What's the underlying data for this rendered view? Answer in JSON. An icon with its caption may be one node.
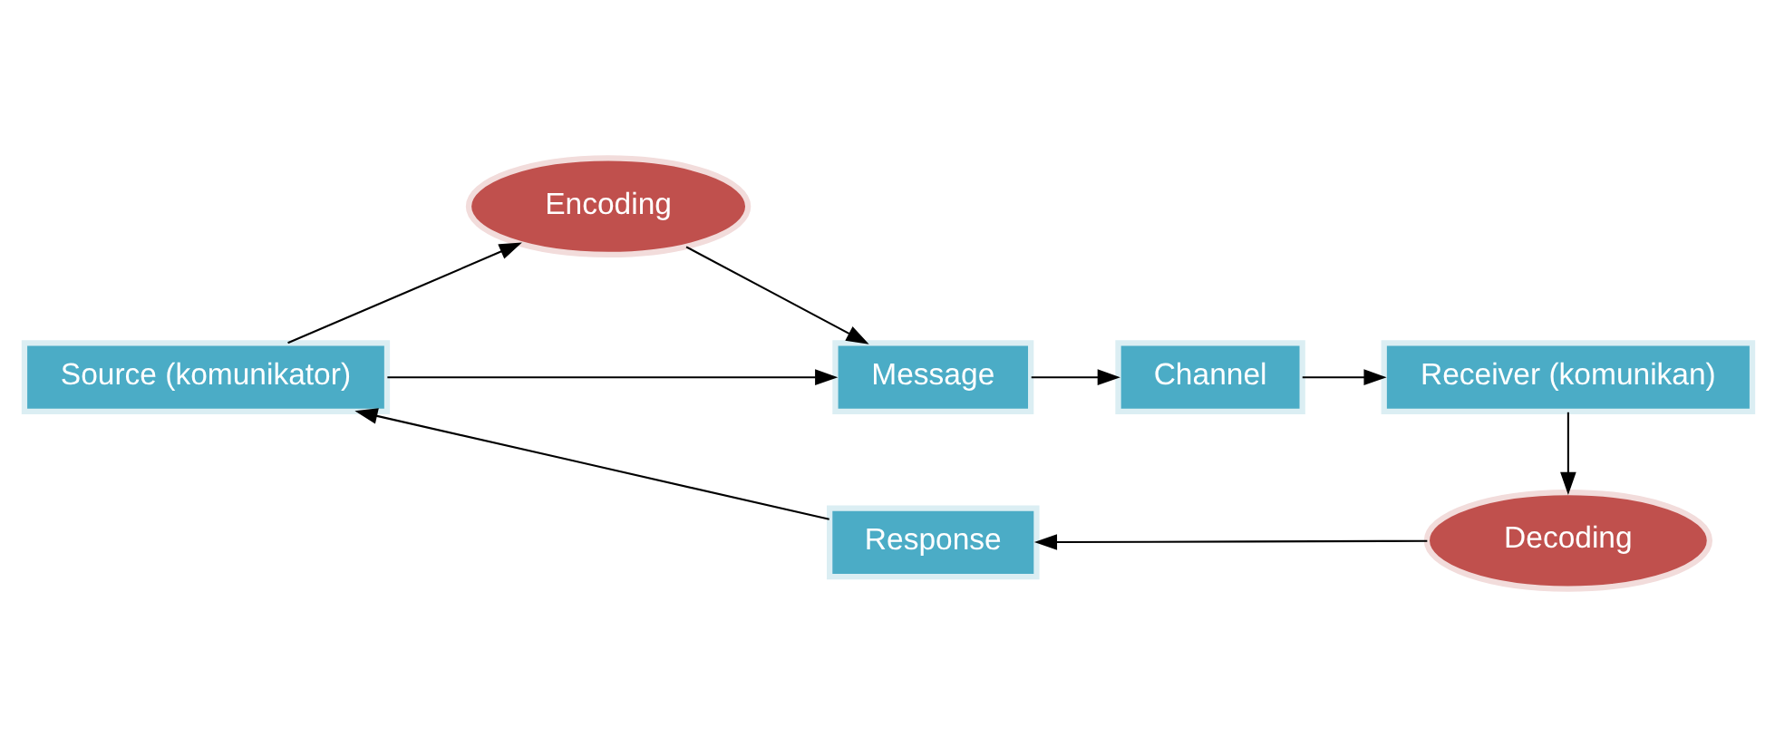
{
  "diagram": {
    "nodes": [
      {
        "text": [
          "Source (komunikator)"
        ]
      },
      {
        "text": [
          "Encoding"
        ]
      },
      {
        "text": [
          "Message"
        ]
      },
      {
        "text": [
          "Channel"
        ]
      },
      {
        "text": [
          "Receiver (komunikan)"
        ]
      },
      {
        "text": [
          "Decoding"
        ]
      },
      {
        "text": [
          "Response"
        ]
      }
    ],
    "edges": [
      {
        "from": 0,
        "to": 1,
        "arrow": "to"
      },
      {
        "from": 1,
        "to": 2,
        "arrow": "to"
      },
      {
        "from": 0,
        "to": 2,
        "arrow": "to"
      },
      {
        "from": 2,
        "to": 3,
        "arrow": "to"
      },
      {
        "from": 3,
        "to": 4,
        "arrow": "to"
      },
      {
        "from": 4,
        "to": 5,
        "arrow": "to"
      },
      {
        "from": 5,
        "to": 6,
        "arrow": "to"
      },
      {
        "from": 6,
        "to": 0,
        "arrow": "to"
      }
    ]
  }
}
